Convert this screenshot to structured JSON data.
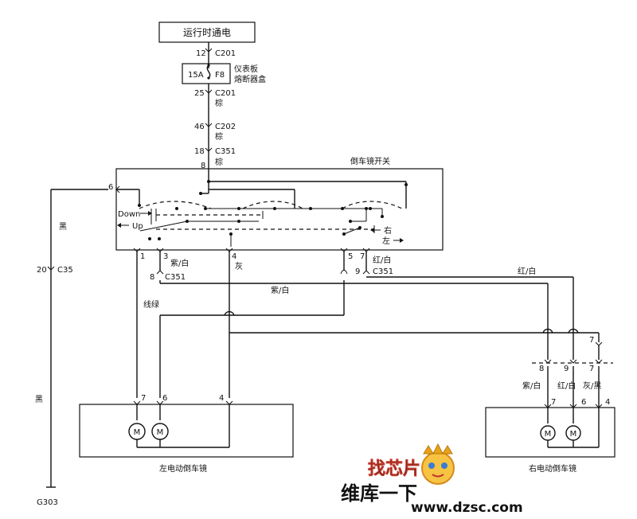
{
  "power": {
    "label": "运行时通电"
  },
  "fuse": {
    "rating": "15A",
    "id": "F8",
    "box_name_line1": "仪表板",
    "box_name_line2": "熔断器盒"
  },
  "connectors": {
    "c201_top": {
      "pin": "12",
      "name": "C201"
    },
    "c201_bottom": {
      "pin": "25",
      "name": "C201",
      "color": "棕"
    },
    "c202": {
      "pin": "46",
      "name": "C202",
      "color": "棕"
    },
    "c351_top": {
      "pin": "18",
      "name": "C351"
    },
    "c351_after_color": "棕",
    "c35": {
      "pin": "20",
      "name": "C35"
    },
    "c351_left": {
      "pin": "8",
      "name": "C351"
    },
    "c351_right": {
      "pin": "9",
      "name": "C351"
    }
  },
  "switch": {
    "title": "倒车镜开关",
    "pin_top": "8",
    "pin_left": "6",
    "down_label": "Down",
    "up_label": "Up",
    "right_label": "右",
    "left_label": "左",
    "bottom_pins": [
      "1",
      "3",
      "4",
      "5",
      "7"
    ],
    "pin3_color": "紫/白",
    "pin4_color": "灰",
    "pin7_color": "红/白"
  },
  "wires": {
    "ground_wire_upper": "黑",
    "ground_wire_lower": "黑",
    "purple_white_mid": "紫/白",
    "light_green": "线绿",
    "red_white_right": "红/白"
  },
  "ground": {
    "label": "G303"
  },
  "left_mirror": {
    "title": "左电动倒车镜",
    "pins": [
      "7",
      "6",
      "4"
    ],
    "motor_label": "M"
  },
  "right_mirror": {
    "title": "右电动倒车镜",
    "pins": [
      "7",
      "6",
      "4"
    ],
    "motor_label": "M",
    "connector_pins": [
      "8",
      "9",
      "7"
    ],
    "top_pin": "7",
    "wire_colors": [
      "紫/白",
      "红/白",
      "灰/黑"
    ]
  },
  "watermark": {
    "top_text": "找芯片",
    "bottom_text": "维库一下",
    "url": "www.dzsc.com"
  }
}
